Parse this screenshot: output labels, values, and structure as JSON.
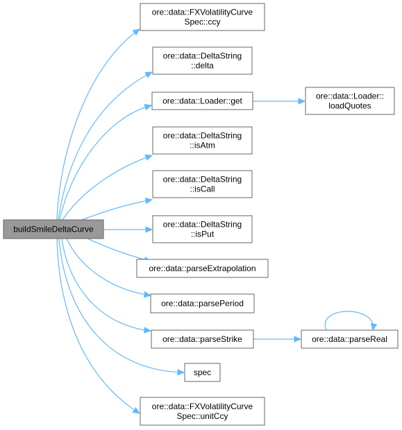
{
  "graph": {
    "nodes": [
      {
        "id": "root",
        "lines": [
          "buildSmileDeltaCurve"
        ],
        "root": true
      },
      {
        "id": "fx_ccy",
        "lines": [
          "ore::data::FXVolatilityCurve",
          "Spec::ccy"
        ]
      },
      {
        "id": "ds_delta",
        "lines": [
          "ore::data::DeltaString",
          "::delta"
        ]
      },
      {
        "id": "loader_get",
        "lines": [
          "ore::data::Loader::get"
        ]
      },
      {
        "id": "loader_loadquotes",
        "lines": [
          "ore::data::Loader::",
          "loadQuotes"
        ]
      },
      {
        "id": "ds_isatm",
        "lines": [
          "ore::data::DeltaString",
          "::isAtm"
        ]
      },
      {
        "id": "ds_iscall",
        "lines": [
          "ore::data::DeltaString",
          "::isCall"
        ]
      },
      {
        "id": "ds_isput",
        "lines": [
          "ore::data::DeltaString",
          "::isPut"
        ]
      },
      {
        "id": "parse_extrap",
        "lines": [
          "ore::data::parseExtrapolation"
        ]
      },
      {
        "id": "parse_period",
        "lines": [
          "ore::data::parsePeriod"
        ]
      },
      {
        "id": "parse_strike",
        "lines": [
          "ore::data::parseStrike"
        ]
      },
      {
        "id": "parse_real",
        "lines": [
          "ore::data::parseReal"
        ]
      },
      {
        "id": "spec",
        "lines": [
          "spec"
        ]
      },
      {
        "id": "fx_unitccy",
        "lines": [
          "ore::data::FXVolatilityCurve",
          "Spec::unitCcy"
        ]
      }
    ],
    "edges": [
      {
        "from": "root",
        "to": "fx_ccy"
      },
      {
        "from": "root",
        "to": "ds_delta"
      },
      {
        "from": "root",
        "to": "loader_get"
      },
      {
        "from": "root",
        "to": "ds_isatm"
      },
      {
        "from": "root",
        "to": "ds_iscall"
      },
      {
        "from": "root",
        "to": "ds_isput"
      },
      {
        "from": "root",
        "to": "parse_extrap"
      },
      {
        "from": "root",
        "to": "parse_period"
      },
      {
        "from": "root",
        "to": "parse_strike"
      },
      {
        "from": "root",
        "to": "spec"
      },
      {
        "from": "root",
        "to": "fx_unitccy"
      },
      {
        "from": "loader_get",
        "to": "loader_loadquotes"
      },
      {
        "from": "parse_strike",
        "to": "parse_real"
      },
      {
        "from": "parse_real",
        "to": "parse_real"
      }
    ]
  },
  "colors": {
    "edge": "#63b8ff",
    "node_border": "#666666",
    "root_fill": "#999999",
    "node_fill": "#ffffff"
  }
}
